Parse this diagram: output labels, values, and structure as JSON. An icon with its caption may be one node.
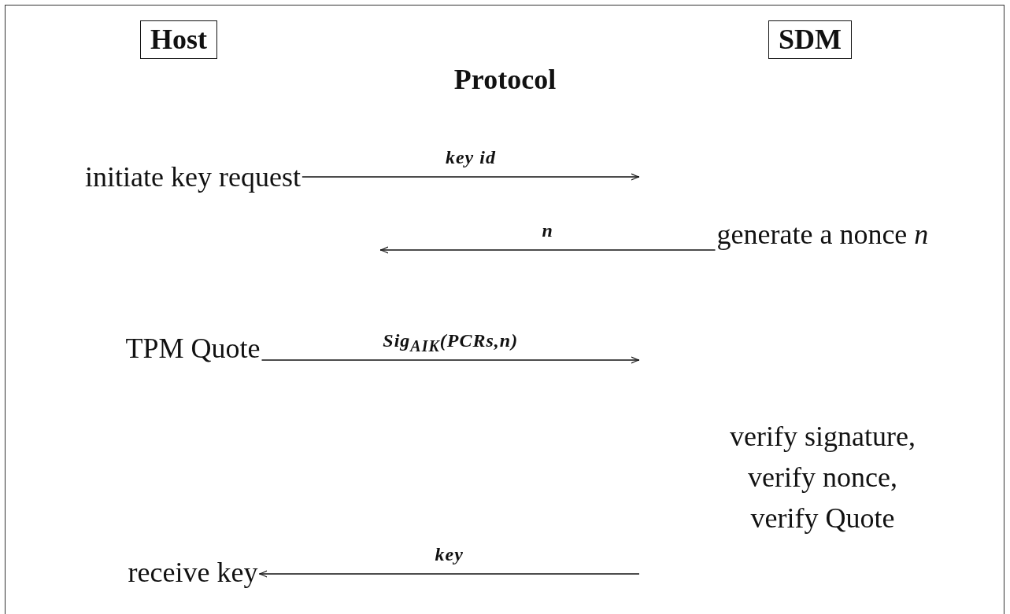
{
  "diagram": {
    "title": "Protocol",
    "nodes": [
      {
        "text": [
          "Host"
        ]
      },
      {
        "text": [
          "SDM"
        ]
      },
      {
        "text": [
          "initiate key request"
        ]
      },
      {
        "text": [
          "generate a nonce *n*"
        ]
      },
      {
        "text": [
          "TPM Quote"
        ]
      },
      {
        "text": [
          "verify signature, verify nonce, verify Quote"
        ]
      },
      {
        "text": [
          "receive key"
        ]
      }
    ],
    "edges": [
      {
        "from": 2,
        "to": null,
        "arrow": "to",
        "label": "key id"
      },
      {
        "from": 3,
        "to": null,
        "arrow": "to",
        "label": "n"
      },
      {
        "from": 4,
        "to": null,
        "arrow": "to",
        "label": "Sig$_{AIK}$(PCRs,n)"
      },
      {
        "from": null,
        "to": 6,
        "arrow": "to",
        "label": "key"
      }
    ]
  }
}
